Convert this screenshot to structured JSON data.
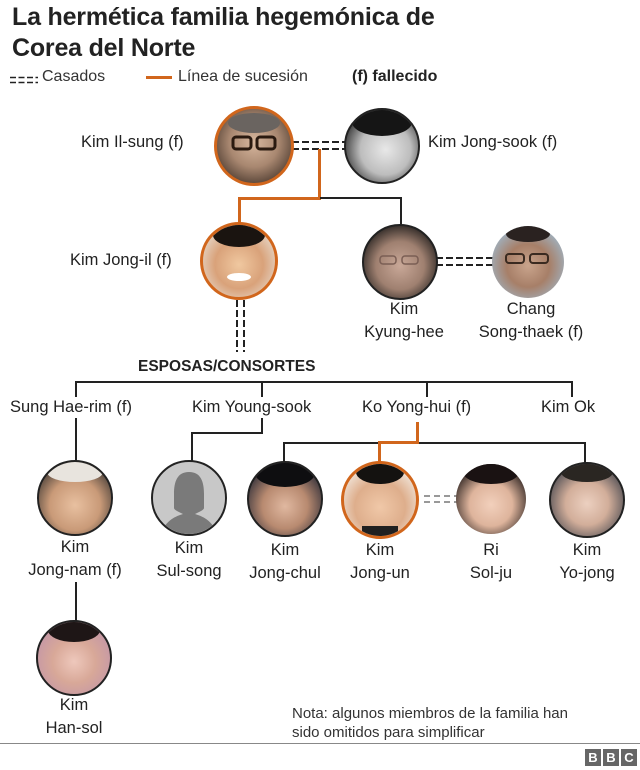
{
  "title": {
    "line1": "La hermética familia hegemónica de",
    "line2": "Corea del Norte"
  },
  "legend": {
    "married_label": "Casados",
    "succession_label": "Línea de sucesión",
    "deceased_label": "(f) fallecido"
  },
  "colors": {
    "succession": "#d1661c",
    "line": "#222222",
    "text": "#222222"
  },
  "people": {
    "kim_il_sung": {
      "name": "Kim Il-sung (f)",
      "icon": "portrait-photo",
      "succession": true
    },
    "kim_jong_sook": {
      "name": "Kim Jong-sook (f)",
      "icon": "portrait-photo"
    },
    "kim_jong_il": {
      "name": "Kim Jong-il (f)",
      "icon": "portrait-photo",
      "succession": true
    },
    "kim_kyung_hee": {
      "line1": "Kim",
      "line2": "Kyung-hee",
      "icon": "portrait-photo"
    },
    "chang_song_thaek": {
      "line1": "Chang",
      "line2": "Song-thaek (f)",
      "icon": "portrait-photo"
    },
    "kim_jong_nam": {
      "line1": "Kim",
      "line2": "Jong-nam (f)",
      "icon": "portrait-photo"
    },
    "kim_sul_song": {
      "line1": "Kim",
      "line2": "Sul-song",
      "icon": "silhouette-placeholder"
    },
    "kim_jong_chul": {
      "line1": "Kim",
      "line2": "Jong-chul",
      "icon": "portrait-photo"
    },
    "kim_jong_un": {
      "line1": "Kim",
      "line2": "Jong-un",
      "icon": "portrait-photo",
      "succession": true
    },
    "ri_sol_ju": {
      "line1": "Ri",
      "line2": "Sol-ju",
      "icon": "portrait-photo"
    },
    "kim_yo_jong": {
      "line1": "Kim",
      "line2": "Yo-jong",
      "icon": "portrait-photo"
    },
    "kim_han_sol": {
      "line1": "Kim",
      "line2": "Han-sol",
      "icon": "portrait-photo"
    }
  },
  "consorts": {
    "heading": "ESPOSAS/CONSORTES",
    "items": [
      {
        "name": "Sung Hae-rim (f)"
      },
      {
        "name": "Kim Young-sook"
      },
      {
        "name": "Ko Yong-hui (f)"
      },
      {
        "name": "Kim Ok"
      }
    ]
  },
  "note": {
    "line1": "Nota: algunos miembros de la familia han",
    "line2": "sido omitidos para simplificar"
  },
  "footer": {
    "logo_letters": [
      "B",
      "B",
      "C"
    ]
  }
}
